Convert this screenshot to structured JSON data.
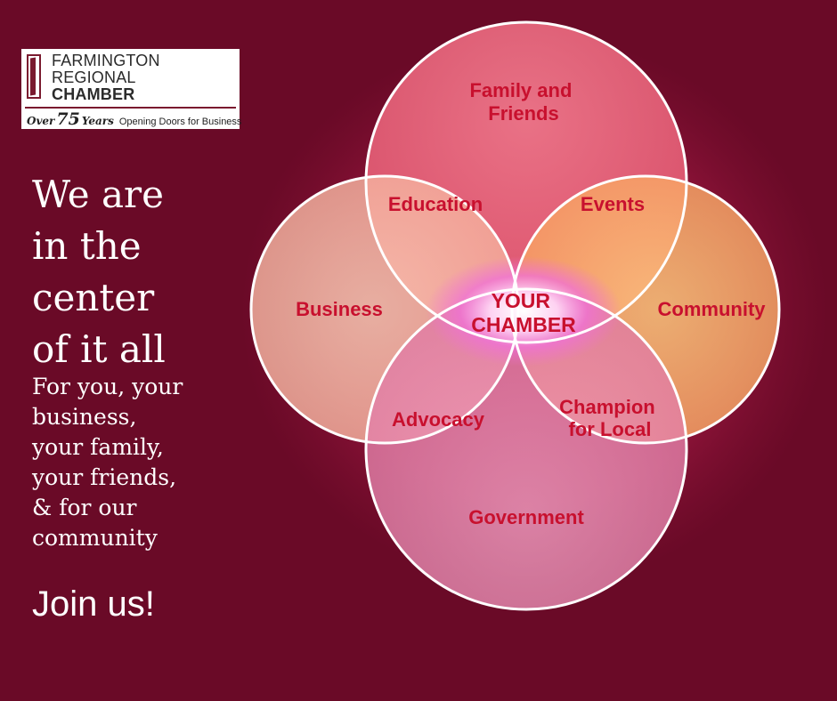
{
  "logo": {
    "line1": "FARMINGTON",
    "line2": "REGIONAL",
    "line3": "CHAMBER",
    "tagline_over": "Over",
    "tagline_75": "75",
    "tagline_years": "Years",
    "tagline_doors": "Opening Doors for Business"
  },
  "headline": {
    "lines": [
      "We are",
      "in the",
      "center",
      "of it all"
    ]
  },
  "subline": {
    "lines": [
      "For you, your",
      "business,",
      "your family,",
      "your friends,",
      "& for our",
      "community"
    ]
  },
  "cta": "Join us!",
  "diagram": {
    "center": [
      "YOUR",
      "CHAMBER"
    ],
    "circles": {
      "top": [
        "Family and",
        "Friends"
      ],
      "left": [
        "Business"
      ],
      "right": [
        "Community"
      ],
      "bottom": [
        "Government"
      ]
    },
    "overlaps": {
      "top_left": [
        "Education"
      ],
      "top_right": [
        "Events"
      ],
      "bottom_left": [
        "Advocacy"
      ],
      "bottom_right": [
        "Champion",
        "for Local"
      ]
    }
  },
  "colors": {
    "background": "#6a0a27",
    "label_red": "#c8102e",
    "outline": "#ffffff",
    "glow": "#f06fd6"
  }
}
